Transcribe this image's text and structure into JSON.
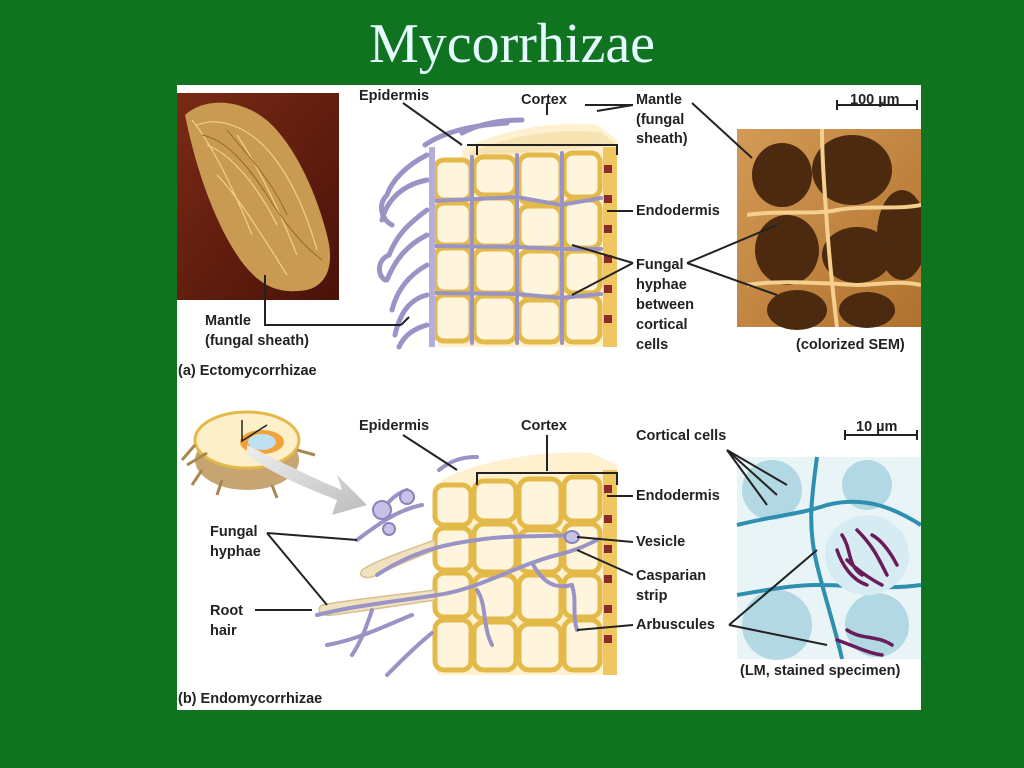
{
  "slide": {
    "title": "Mycorrhizae"
  },
  "panel_a": {
    "caption": "(a) Ectomycorrhizae",
    "labels": {
      "epidermis": "Epidermis",
      "cortex": "Cortex",
      "mantle_right_1": "Mantle",
      "mantle_right_2": "(fungal",
      "mantle_right_3": "sheath)",
      "endodermis": "Endodermis",
      "hyphae_1": "Fungal",
      "hyphae_2": "hyphae",
      "hyphae_3": "between",
      "hyphae_4": "cortical",
      "hyphae_5": "cells",
      "mantle_left_1": "Mantle",
      "mantle_left_2": "(fungal sheath)"
    },
    "scale_bar": "100 µm",
    "micrograph_caption": "(colorized SEM)"
  },
  "panel_b": {
    "caption": "(b) Endomycorrhizae",
    "labels": {
      "epidermis": "Epidermis",
      "cortex": "Cortex",
      "cortical_cells": "Cortical cells",
      "endodermis": "Endodermis",
      "vesicle": "Vesicle",
      "casparian_1": "Casparian",
      "casparian_2": "strip",
      "arbuscules": "Arbuscules",
      "fungal_hyphae_1": "Fungal",
      "fungal_hyphae_2": "hyphae",
      "root_hair_1": "Root",
      "root_hair_2": "hair"
    },
    "scale_bar": "10 µm",
    "micrograph_caption": "(LM, stained specimen)"
  },
  "colors": {
    "background": "#0f7320",
    "title": "#e6fbff",
    "fungus": "#9a93c6",
    "cell_fill": "#fff1cf",
    "cell_wall": "#e3b94a",
    "endodermis": "#8a2a2a"
  }
}
